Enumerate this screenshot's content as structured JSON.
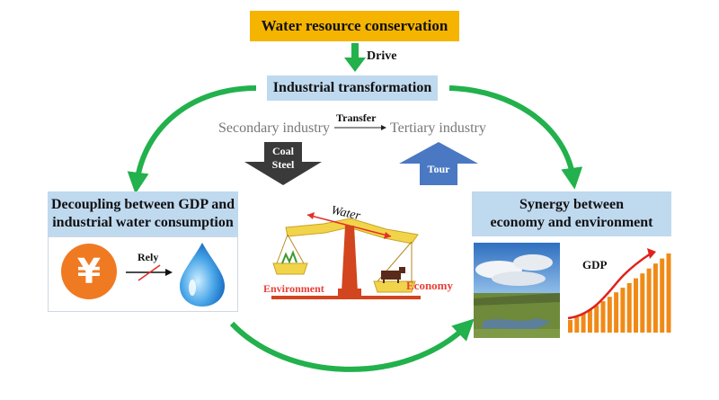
{
  "top": {
    "title": "Water resource conservation"
  },
  "drive": {
    "label": "Drive"
  },
  "industrial": {
    "title": "Industrial transformation"
  },
  "transfer": {
    "from": "Secondary industry",
    "label": "Transfer",
    "to": "Tertiary industry"
  },
  "down_arrow": {
    "line1": "Coal",
    "line2": "Steel"
  },
  "up_arrow": {
    "label": "Tour"
  },
  "decoupling": {
    "line1": "Decoupling between GDP and",
    "line2": "industrial water consumption",
    "rely_label": "Rely",
    "yen_symbol": "¥"
  },
  "synergy": {
    "line1": "Synergy between",
    "line2": "economy and environment",
    "gdp_label": "GDP"
  },
  "scale": {
    "water_label": "Water",
    "environment_label": "Environment",
    "economy_label": "Economy"
  },
  "colors": {
    "arrow_green": "#22b14c",
    "top_box": "#f5b400",
    "blue_box": "#bfd9ef",
    "down_arrow": "#3a3a3a",
    "up_arrow": "#4a78c2",
    "yen_circle": "#f07a22",
    "scale": "#d2451e",
    "label_red": "#e8413a",
    "gdp_bar": "#f08a17"
  },
  "chart_data": {
    "type": "bar",
    "bar_count": 16,
    "trend": "increasing"
  }
}
